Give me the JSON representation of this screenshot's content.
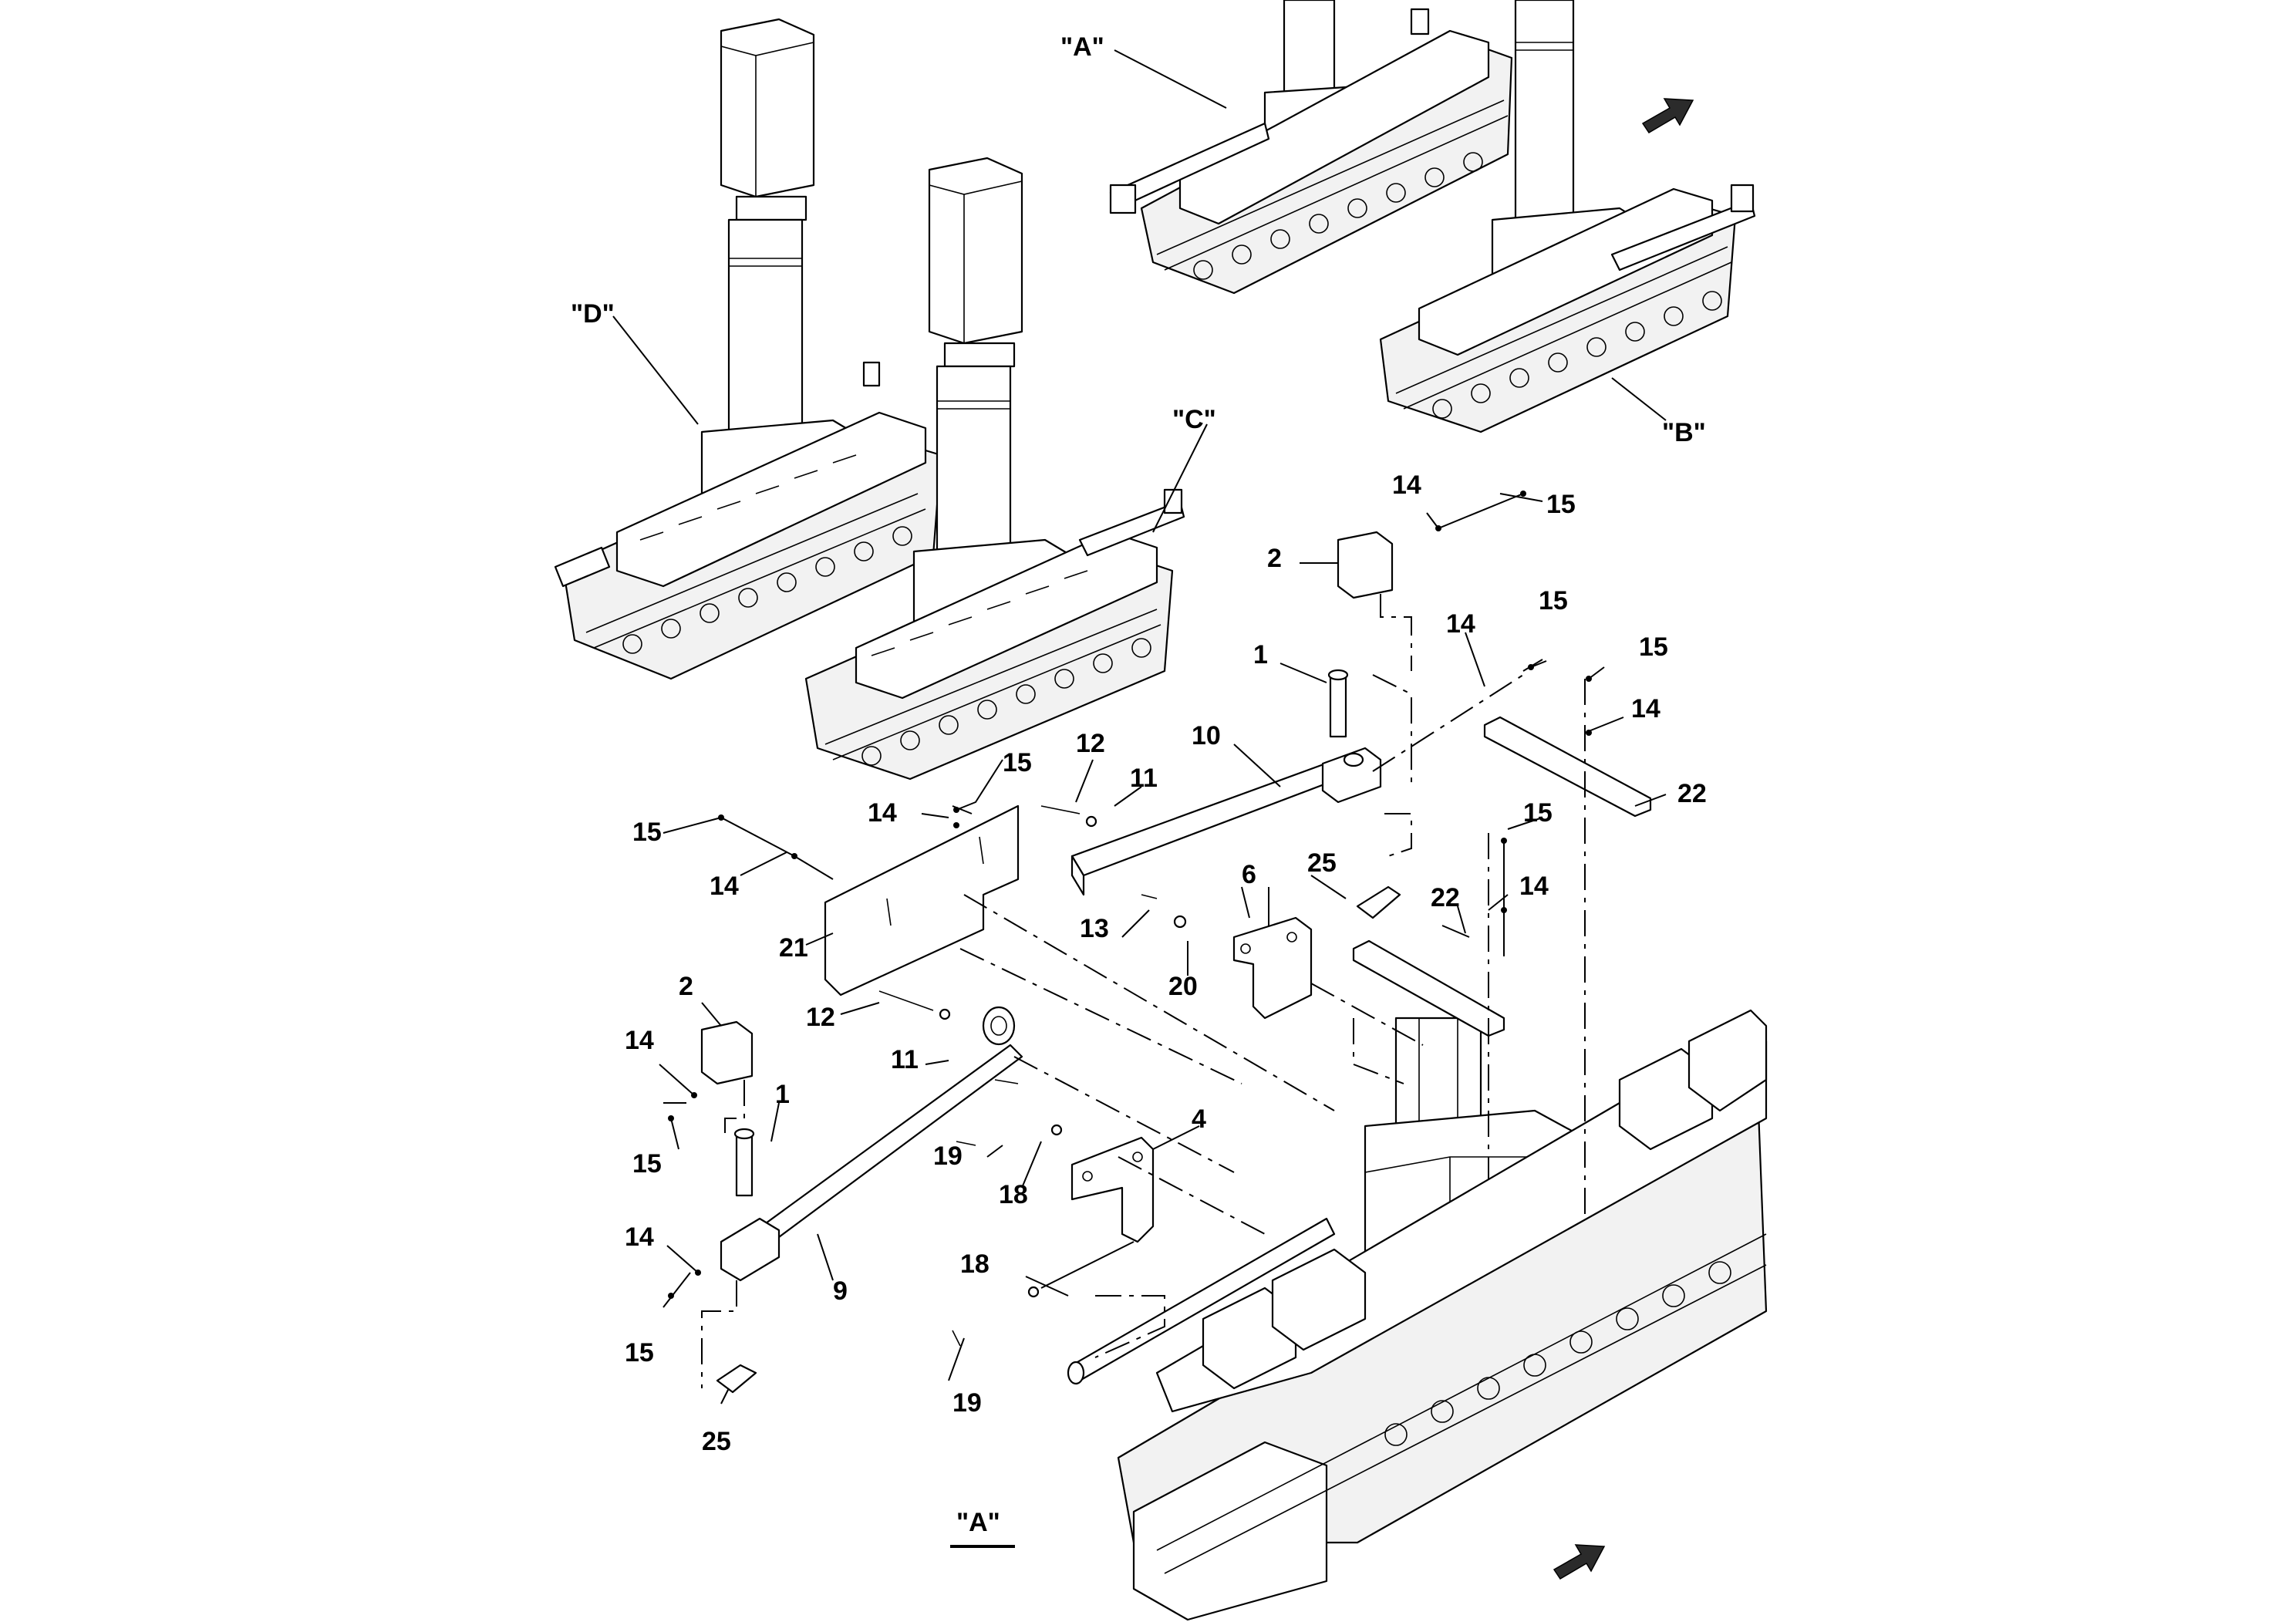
{
  "diagram": {
    "views": [
      {
        "id": "A",
        "text": "\"A\""
      },
      {
        "id": "B",
        "text": "\"B\""
      },
      {
        "id": "C",
        "text": "\"C\""
      },
      {
        "id": "D",
        "text": "\"D\""
      }
    ],
    "detail_title": "\"A\"",
    "colors": {
      "line": "#000000",
      "background": "#ffffff"
    },
    "callouts": [
      "1",
      "1",
      "2",
      "2",
      "4",
      "6",
      "9",
      "10",
      "11",
      "11",
      "12",
      "12",
      "13",
      "14",
      "14",
      "14",
      "14",
      "14",
      "14",
      "14",
      "14",
      "15",
      "15",
      "15",
      "15",
      "15",
      "15",
      "15",
      "15",
      "18",
      "18",
      "19",
      "19",
      "20",
      "21",
      "22",
      "22",
      "25",
      "25"
    ],
    "icons": [
      "direction-arrow-icon",
      "direction-arrow-icon"
    ]
  }
}
